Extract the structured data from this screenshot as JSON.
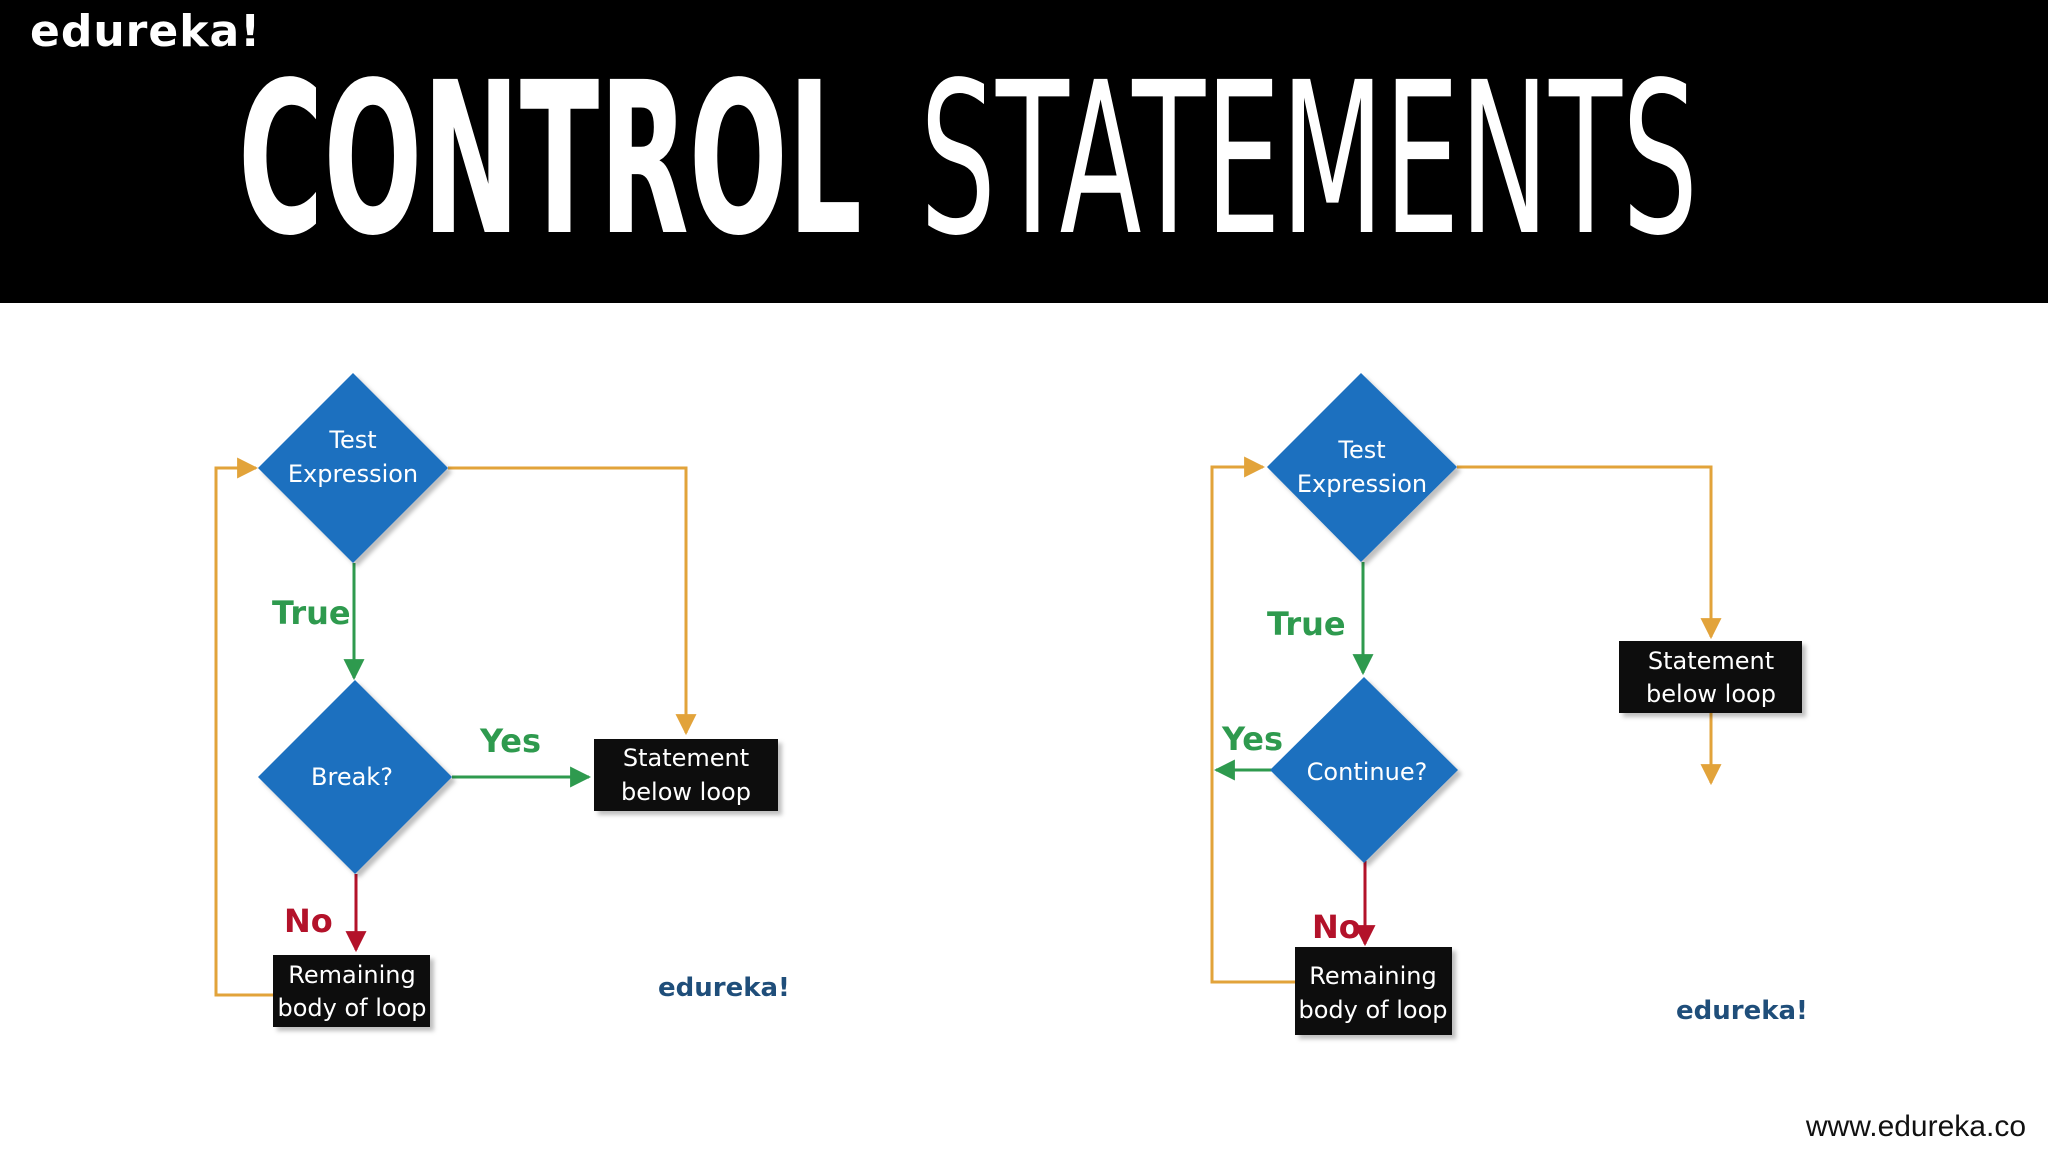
{
  "header": {
    "brand": "edureka!",
    "title_bold": "CONTROL",
    "title_light": "STATEMENTS"
  },
  "footer": {
    "url": "www.edureka.co"
  },
  "colors": {
    "header_bg": "#000000",
    "diamond": "#1f6fbf",
    "box": "#111111",
    "orange_line": "#e2a33a",
    "green": "#2e9a4e",
    "red": "#b3122a",
    "watermark": "#1f4e7a"
  },
  "break_flow": {
    "test_label_line1": "Test",
    "test_label_line2": "Expression",
    "true_label": "True",
    "decision_label": "Break?",
    "yes_label": "Yes",
    "no_label": "No",
    "statement_line1": "Statement",
    "statement_line2": "below loop",
    "body_line1": "Remaining",
    "body_line2": "body of loop",
    "watermark": "edureka!"
  },
  "continue_flow": {
    "test_label_line1": "Test",
    "test_label_line2": "Expression",
    "true_label": "True",
    "decision_label": "Continue?",
    "yes_label": "Yes",
    "no_label": "No",
    "statement_line1": "Statement",
    "statement_line2": "below loop",
    "body_line1": "Remaining",
    "body_line2": "body of loop",
    "watermark": "edureka!"
  }
}
